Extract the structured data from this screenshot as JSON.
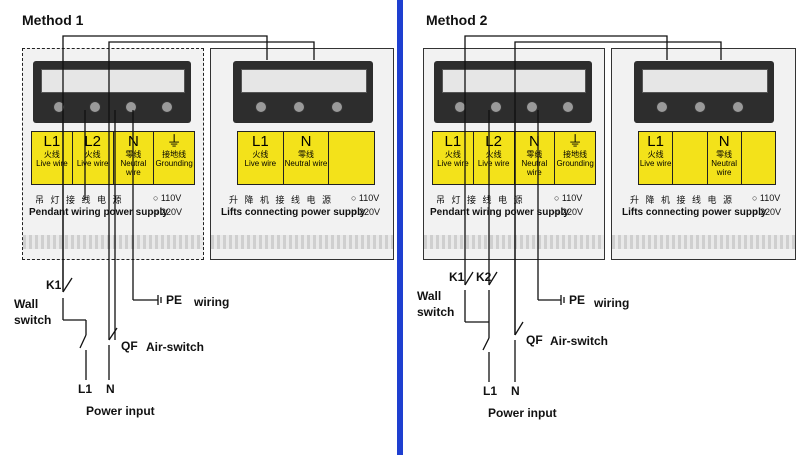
{
  "method1": {
    "title": "Method 1",
    "pendant_box": {
      "labels": [
        {
          "big": "L1",
          "cn": "火线",
          "en": "Live wire"
        },
        {
          "big": "L2",
          "cn": "火线",
          "en": "Live wire"
        },
        {
          "big": "N",
          "cn": "零线",
          "en": "Neutral wire"
        },
        {
          "big": "⏚",
          "cn": "接地线",
          "en": "Grounding"
        }
      ],
      "cn": "吊 灯 接 线 电 源",
      "en": "Pendant wiring power supply",
      "v110": "○ 110V",
      "v220": "○ 220V"
    },
    "lift_box": {
      "labels": [
        {
          "big": "L1",
          "cn": "火线",
          "en": "Live wire"
        },
        {
          "big": "N",
          "cn": "零线",
          "en": "Neutral wire"
        }
      ],
      "cn": "升 降 机 接 线 电 源",
      "en": "Lifts connecting power supply",
      "v110": "○ 110V",
      "v220": "○ 220V"
    },
    "k1": "K1",
    "wall_switch": "Wall switch",
    "qf": "QF",
    "air_switch": "Air-switch",
    "pe": "PE",
    "wiring": "wiring",
    "l1": "L1",
    "n": "N",
    "power_input": "Power input"
  },
  "method2": {
    "title": "Method 2",
    "pendant_box": {
      "labels": [
        {
          "big": "L1",
          "cn": "火线",
          "en": "Live wire"
        },
        {
          "big": "L2",
          "cn": "火线",
          "en": "Live wire"
        },
        {
          "big": "N",
          "cn": "零线",
          "en": "Neutral wire"
        },
        {
          "big": "⏚",
          "cn": "接地线",
          "en": "Grounding"
        }
      ],
      "cn": "吊 灯 接 线 电 源",
      "en": "Pendant wiring power supply",
      "v110": "○ 110V",
      "v220": "○ 220V"
    },
    "lift_box": {
      "labels": [
        {
          "big": "L1",
          "cn": "火线",
          "en": "Live wire"
        },
        {
          "big": "N",
          "cn": "零线",
          "en": "Neutral wire"
        }
      ],
      "cn": "升 降 机 接 线 电 源",
      "en": "Lifts connecting power supply",
      "v110": "○ 110V",
      "v220": "○ 220V"
    },
    "k1": "K1",
    "k2": "K2",
    "wall_switch": "Wall switch",
    "qf": "QF",
    "air_switch": "Air-switch",
    "pe": "PE",
    "wiring": "wiring",
    "l1": "L1",
    "n": "N",
    "power_input": "Power input"
  },
  "colors": {
    "divider": "#1e3fd0",
    "label_plate": "#f3e21a",
    "wire": "#111111"
  }
}
